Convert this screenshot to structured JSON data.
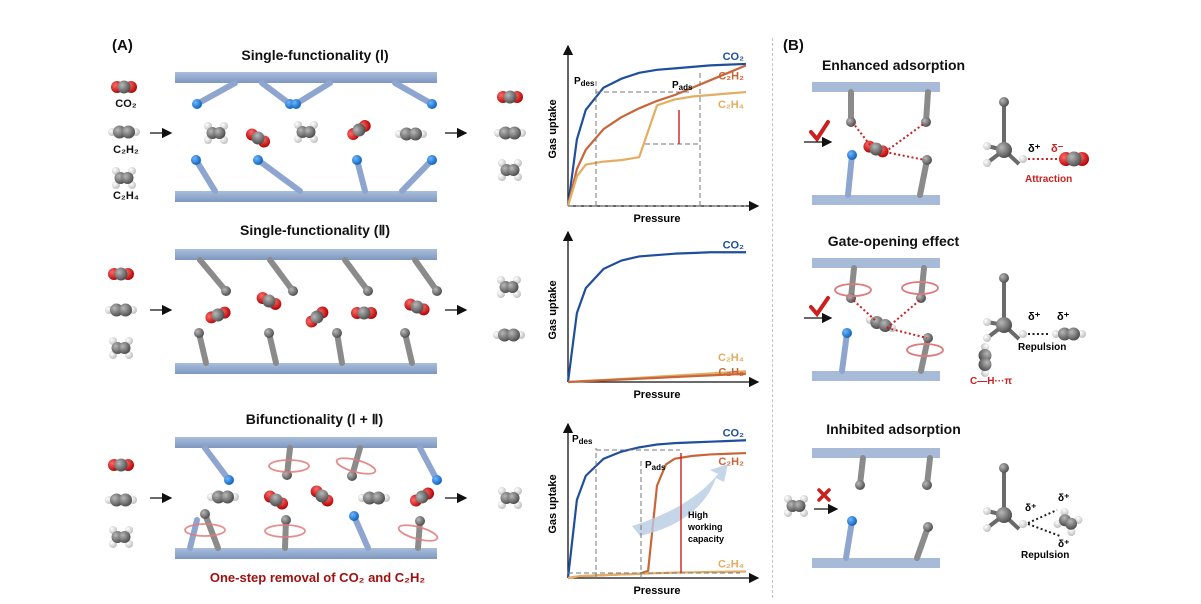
{
  "panel_a": {
    "label": "(A)",
    "row1_title": "Single-functionality (Ⅰ)",
    "row2_title": "Single-functionality (Ⅱ)",
    "row3_title": "Bifunctionality (Ⅰ + Ⅱ)",
    "bottom_caption": "One-step removal of CO₂ and C₂H₂",
    "molecule_labels": [
      "CO₂",
      "C₂H₂",
      "C₂H₄"
    ]
  },
  "panel_b": {
    "label": "(B)",
    "sections": [
      {
        "title": "Enhanced adsorption",
        "note": "Attraction",
        "delta_plus": "δ⁺",
        "delta_minus": "δ⁻"
      },
      {
        "title": "Gate-opening effect",
        "note": "Repulsion",
        "ch_pi": "C—H···π",
        "delta_plus": "δ⁺"
      },
      {
        "title": "Inhibited adsorption",
        "note": "Repulsion",
        "delta_plus": "δ⁺"
      }
    ]
  },
  "chart_data": [
    {
      "type": "line",
      "xlabel": "Pressure",
      "ylabel": "Gas uptake",
      "annotations": [
        "P_des",
        "P_ads"
      ],
      "x": [
        0,
        0.05,
        0.1,
        0.2,
        0.3,
        0.4,
        0.5,
        0.6,
        0.7,
        0.8,
        0.9,
        1.0
      ],
      "series": [
        {
          "name": "CO₂",
          "color": "#1f4e9c",
          "values": [
            0,
            0.45,
            0.65,
            0.8,
            0.86,
            0.9,
            0.92,
            0.93,
            0.94,
            0.95,
            0.955,
            0.96
          ]
        },
        {
          "name": "C₂H₂",
          "color": "#c8663a",
          "values": [
            0,
            0.25,
            0.38,
            0.52,
            0.6,
            0.66,
            0.71,
            0.75,
            0.8,
            0.85,
            0.9,
            0.95
          ]
        },
        {
          "name": "C₂H₄",
          "color": "#e3ad62",
          "values": [
            0,
            0.2,
            0.28,
            0.3,
            0.31,
            0.33,
            0.68,
            0.72,
            0.74,
            0.75,
            0.76,
            0.77
          ]
        }
      ]
    },
    {
      "type": "line",
      "xlabel": "Pressure",
      "ylabel": "Gas uptake",
      "x": [
        0,
        0.05,
        0.1,
        0.2,
        0.3,
        0.4,
        0.5,
        0.6,
        0.7,
        0.8,
        0.9,
        1.0
      ],
      "series": [
        {
          "name": "CO₂",
          "color": "#1f4e9c",
          "values": [
            0,
            0.5,
            0.68,
            0.82,
            0.88,
            0.91,
            0.92,
            0.93,
            0.935,
            0.94,
            0.94,
            0.94
          ]
        },
        {
          "name": "C₂H₄",
          "color": "#e3ad62",
          "values": [
            0,
            0.004,
            0.008,
            0.015,
            0.022,
            0.03,
            0.038,
            0.046,
            0.054,
            0.062,
            0.07,
            0.078
          ]
        },
        {
          "name": "C₂H₂",
          "color": "#c8663a",
          "values": [
            0,
            0.003,
            0.006,
            0.012,
            0.018,
            0.024,
            0.03,
            0.036,
            0.042,
            0.048,
            0.054,
            0.06
          ]
        }
      ]
    },
    {
      "type": "line",
      "xlabel": "Pressure",
      "ylabel": "Gas uptake",
      "annotations": [
        "P_des",
        "P_ads",
        "High working capacity"
      ],
      "x": [
        0,
        0.05,
        0.1,
        0.2,
        0.3,
        0.4,
        0.45,
        0.5,
        0.55,
        0.6,
        0.7,
        0.8,
        0.9,
        1.0
      ],
      "series": [
        {
          "name": "CO₂",
          "color": "#1f4e9c",
          "values": [
            0,
            0.55,
            0.72,
            0.84,
            0.89,
            0.92,
            0.93,
            0.94,
            0.945,
            0.95,
            0.955,
            0.96,
            0.965,
            0.97
          ]
        },
        {
          "name": "C₂H₂",
          "color": "#c8663a",
          "values": [
            0,
            0.01,
            0.015,
            0.02,
            0.025,
            0.03,
            0.05,
            0.65,
            0.8,
            0.84,
            0.86,
            0.87,
            0.875,
            0.88
          ]
        },
        {
          "name": "C₂H₄",
          "color": "#e3ad62",
          "values": [
            0,
            0.01,
            0.015,
            0.02,
            0.025,
            0.03,
            0.032,
            0.034,
            0.036,
            0.038,
            0.04,
            0.042,
            0.044,
            0.046
          ]
        }
      ]
    }
  ]
}
